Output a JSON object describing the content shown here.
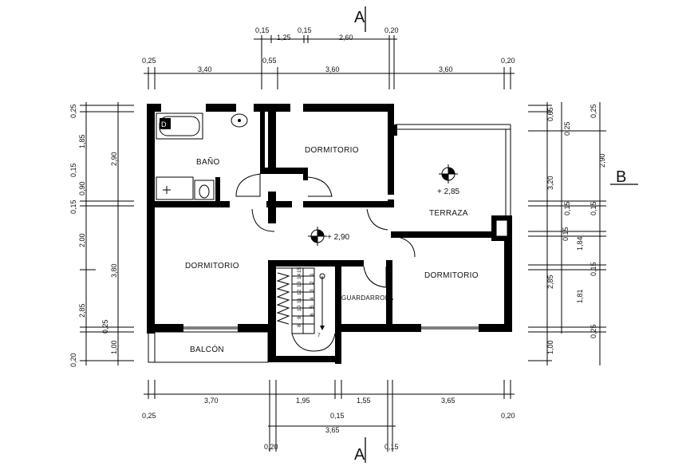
{
  "section_a": "A",
  "section_b": "B",
  "rooms": {
    "bano": "BAÑO",
    "dormitorio_top": "DORMITORIO",
    "terraza": "TERRAZA",
    "dormitorio_left": "DORMITORIO",
    "dormitorio_right": "DORMITORIO",
    "balcon": "BALCÓN",
    "guardarropa": "GUARDARROPA"
  },
  "levels": {
    "hall": "+ 2,90",
    "terraza": "+ 2,85"
  },
  "stair_steps": [
    "1",
    "2",
    "3",
    "4",
    "5",
    "6",
    "7",
    "8",
    "9",
    "10",
    "11",
    "12",
    "13",
    "14",
    "15"
  ],
  "dimensions": {
    "top_row1": [
      "0,15",
      "1,25",
      "0,15",
      "2,60",
      "0,20"
    ],
    "top_row2": [
      "0,25",
      "3,40",
      "0,55",
      "3,60",
      "3,60",
      "0,20"
    ],
    "bottom_row1": [
      "3,70",
      "1,95",
      "1,55",
      "3,65"
    ],
    "bottom_row2": [
      "0,25",
      "0,15",
      "0,20"
    ],
    "bottom_row3": [
      "0,20",
      "3,65",
      "0,15"
    ],
    "left_outer": [
      "0,25",
      "1,85",
      "0,15",
      "0,90",
      "0,15",
      "2,00",
      "2,85",
      "0,25",
      "0,20"
    ],
    "left_inner": [
      "2,90",
      "3,80",
      "1,00"
    ],
    "right_inner": [
      "0,65",
      "3,20",
      "0,15",
      "2,85",
      "1,00"
    ],
    "right_mid": [
      "0,25",
      "0,15",
      "1,84",
      "1,81"
    ],
    "right_outer": [
      "0,25",
      "2,90",
      "0,15",
      "0,15",
      "0,25"
    ]
  }
}
